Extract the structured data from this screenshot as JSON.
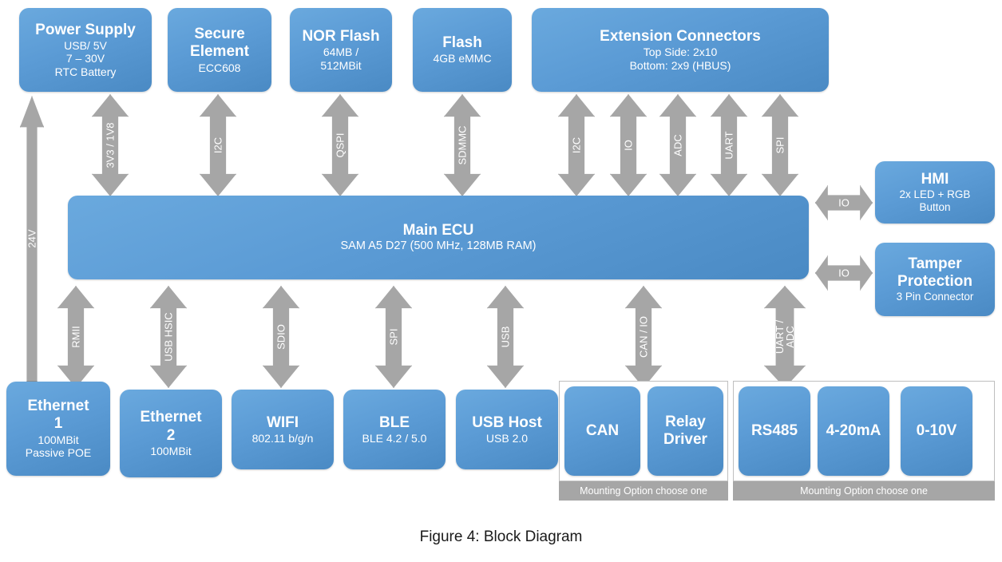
{
  "figure": {
    "caption": "Figure 4: Block Diagram"
  },
  "colors": {
    "block_blue": "#5b9bd5",
    "arrow_grey": "#a6a6a6",
    "group_border": "#bfbfbf",
    "footer_grey": "#a6a6a6"
  },
  "blocks": {
    "power_supply": {
      "title": "Power Supply",
      "lines": [
        "USB/ 5V",
        "7 – 30V",
        "RTC Battery"
      ]
    },
    "secure_element": {
      "title": "Secure\nElement",
      "title_l1": "Secure",
      "title_l2": "Element",
      "lines": [
        "ECC608"
      ]
    },
    "nor_flash": {
      "title": "NOR Flash",
      "lines": [
        "64MB /",
        "512MBit"
      ]
    },
    "flash": {
      "title": "Flash",
      "lines": [
        "4GB eMMC"
      ]
    },
    "extension_connectors": {
      "title": "Extension Connectors",
      "lines": [
        "Top Side: 2x10",
        "Bottom: 2x9 (HBUS)"
      ]
    },
    "main_ecu": {
      "title": "Main ECU",
      "lines": [
        "SAM A5 D27 (500 MHz, 128MB RAM)"
      ]
    },
    "hmi": {
      "title": "HMI",
      "lines": [
        "2x LED + RGB",
        "Button"
      ]
    },
    "tamper_protection": {
      "title_l1": "Tamper",
      "title_l2": "Protection",
      "lines": [
        "3 Pin Connector"
      ]
    },
    "ethernet1": {
      "title_l1": "Ethernet",
      "title_l2": "1",
      "lines": [
        "100MBit",
        "Passive POE"
      ]
    },
    "ethernet2": {
      "title_l1": "Ethernet",
      "title_l2": "2",
      "lines": [
        "100MBit"
      ]
    },
    "wifi": {
      "title": "WIFI",
      "lines": [
        "802.11 b/g/n"
      ]
    },
    "ble": {
      "title": "BLE",
      "lines": [
        "BLE 4.2 / 5.0"
      ]
    },
    "usb_host": {
      "title": "USB Host",
      "lines": [
        "USB 2.0"
      ]
    },
    "can": {
      "title": "CAN",
      "lines": []
    },
    "relay_driver": {
      "title_l1": "Relay",
      "title_l2": "Driver",
      "lines": []
    },
    "rs485": {
      "title": "RS485",
      "lines": []
    },
    "ma_4_20": {
      "title": "4-20mA",
      "lines": []
    },
    "v_0_10": {
      "title": "0-10V",
      "lines": []
    }
  },
  "arrows": {
    "v24": {
      "label": "24V"
    },
    "v3v3_1v8": {
      "label": "3V3 / 1V8"
    },
    "i2c_se": {
      "label": "I2C"
    },
    "qspi": {
      "label": "QSPI"
    },
    "sdmmc": {
      "label": "SDMMC"
    },
    "i2c_ext": {
      "label": "I2C"
    },
    "io_ext": {
      "label": "IO"
    },
    "adc_ext": {
      "label": "ADC"
    },
    "uart_ext": {
      "label": "UART"
    },
    "spi_ext": {
      "label": "SPI"
    },
    "io_hmi": {
      "label": "IO"
    },
    "io_tamper": {
      "label": "IO"
    },
    "rmii": {
      "label": "RMII"
    },
    "usb_hsic": {
      "label": "USB HSIC"
    },
    "sdio": {
      "label": "SDIO"
    },
    "spi_ble": {
      "label": "SPI"
    },
    "usb": {
      "label": "USB"
    },
    "can_io": {
      "label": "CAN / IO"
    },
    "uart_adc_l1": {
      "label": "UART /"
    },
    "uart_adc_l2": {
      "label": "ADC"
    }
  },
  "mounting_groups": {
    "group1": {
      "footer": "Mounting Option choose one"
    },
    "group2": {
      "footer": "Mounting Option choose one"
    }
  }
}
